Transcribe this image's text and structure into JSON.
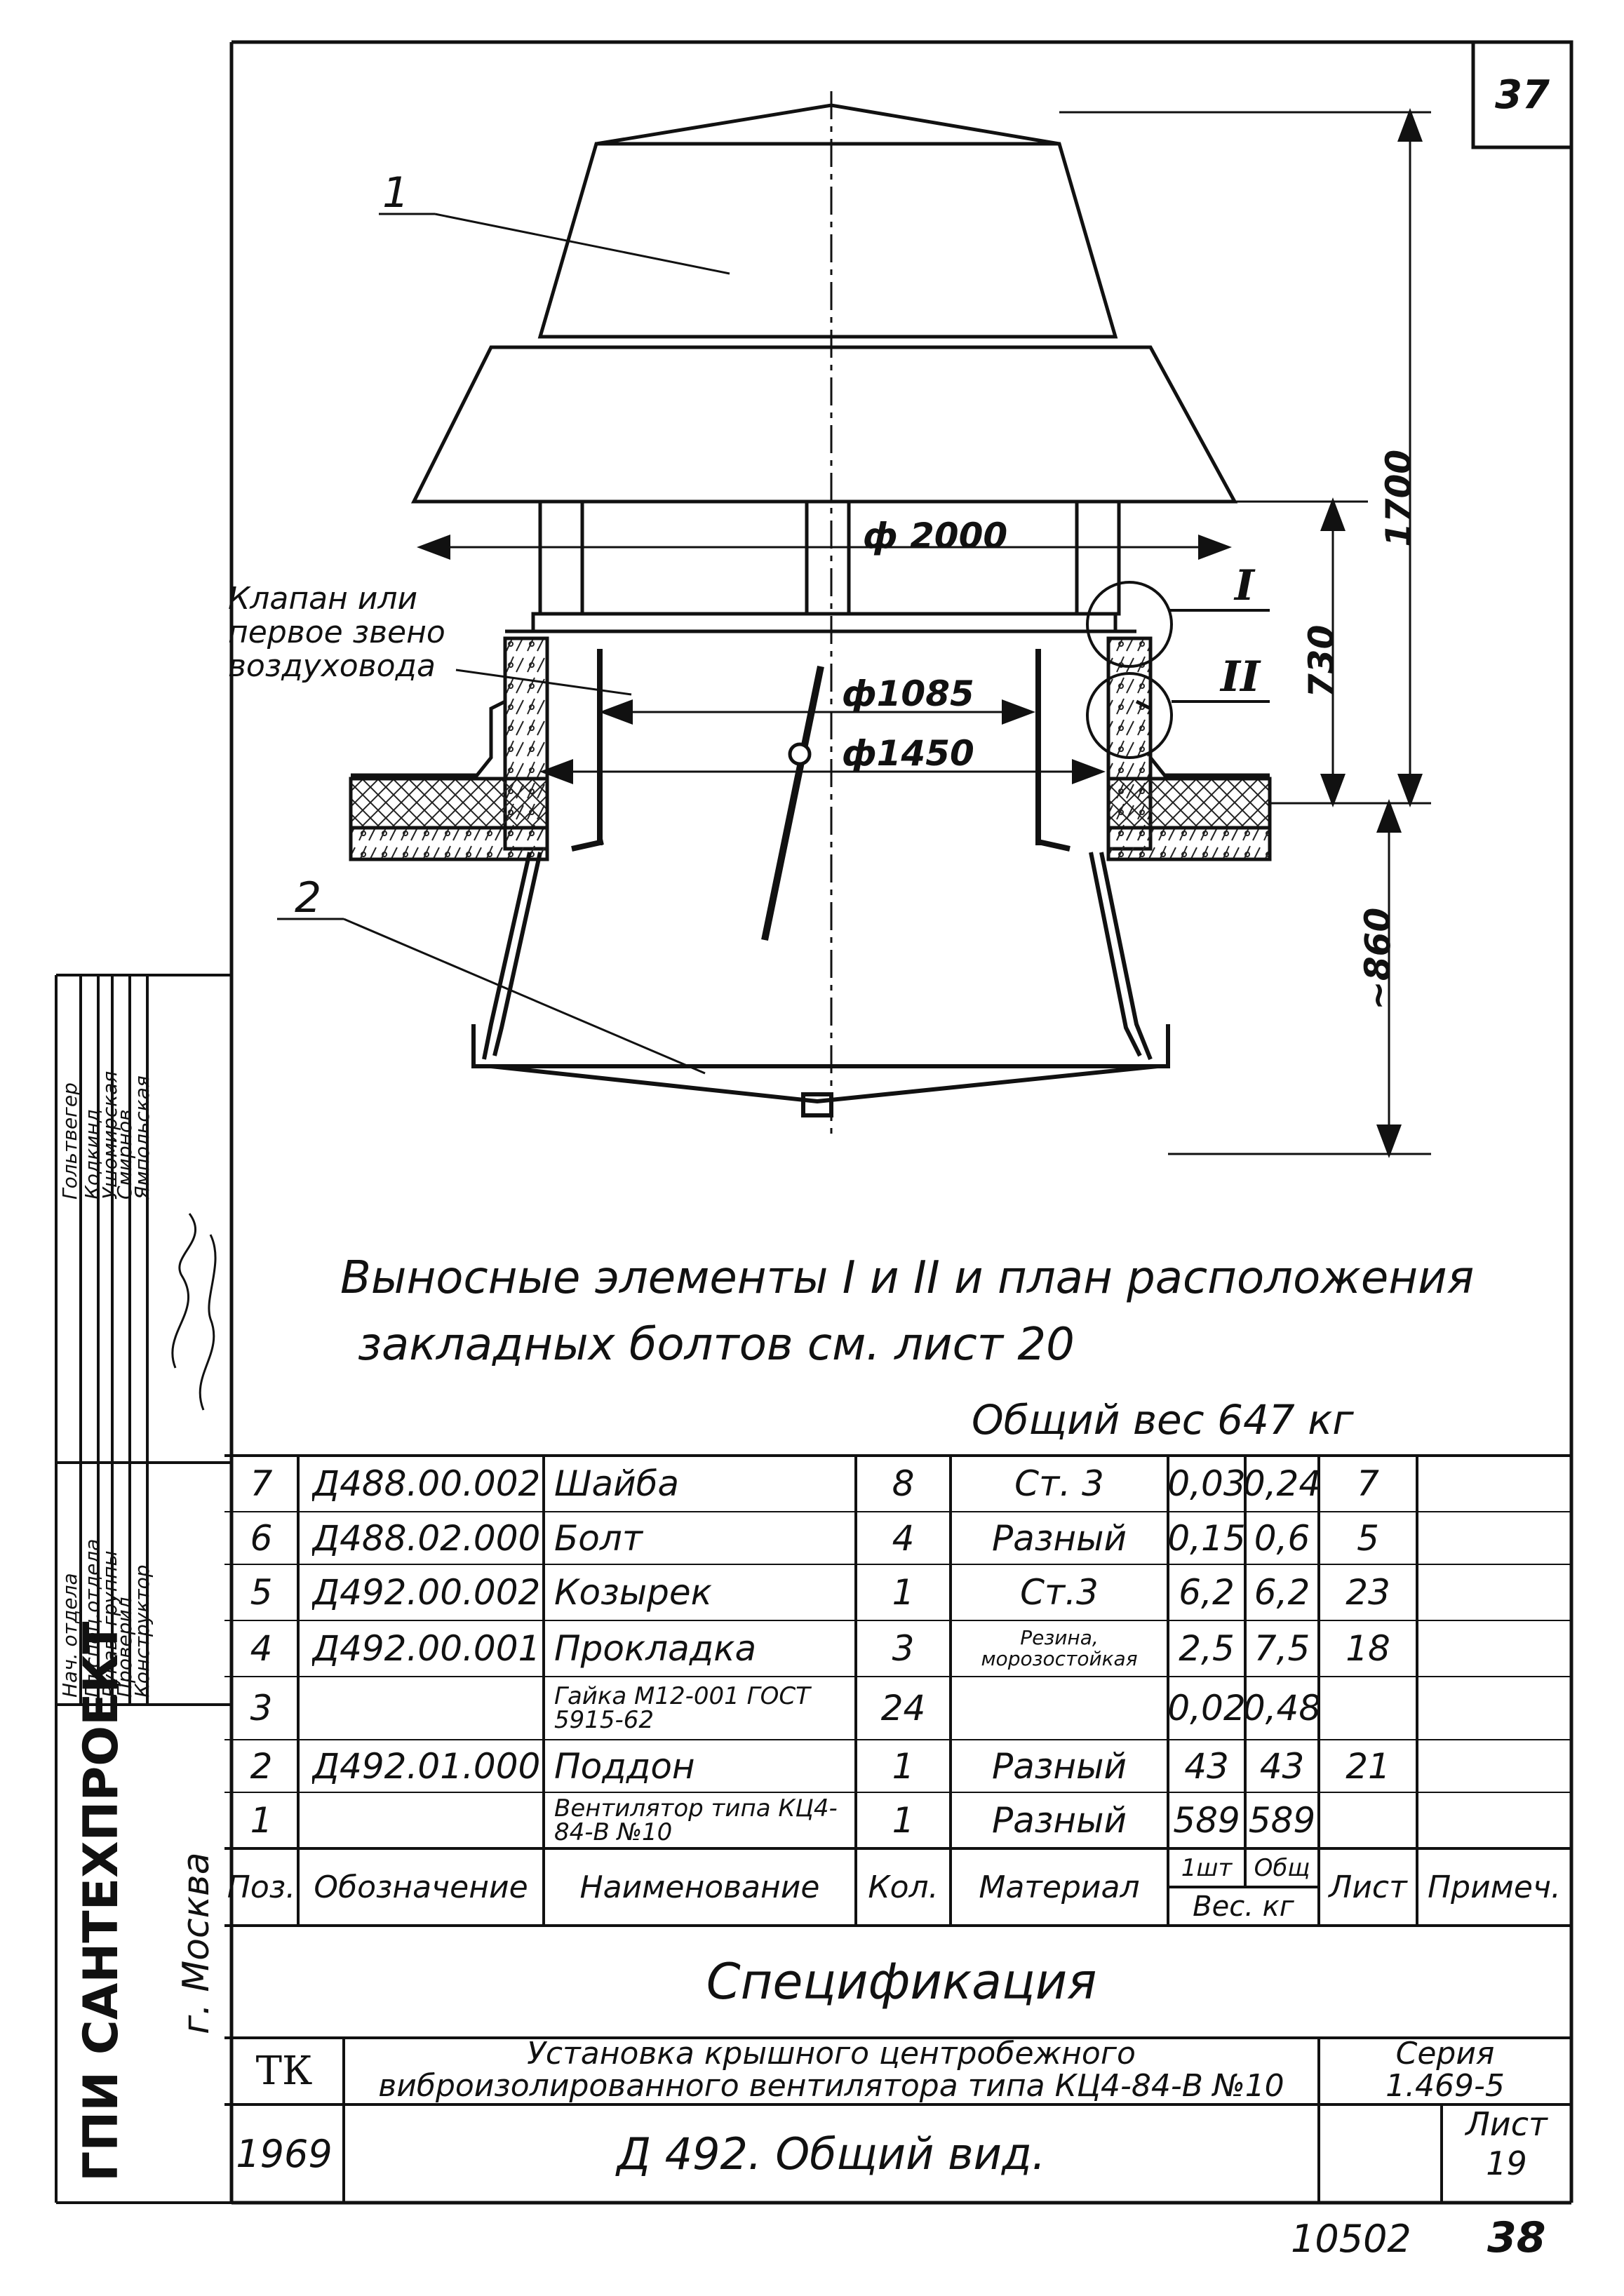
{
  "sheet_top": "37",
  "labels": {
    "item1": "1",
    "item2": "2",
    "valve_line1": "Клапан или",
    "valve_line2": "первое звено",
    "valve_line3": "воздуховода",
    "detail1": "I",
    "detail2": "II"
  },
  "dimensions": {
    "d2000": "ф 2000",
    "d1085": "ф1085",
    "d1450": "ф1450",
    "h1700": "1700",
    "h730": "730",
    "h860": "~860"
  },
  "notes": {
    "line1": "Выносные элементы I и II и план расположения",
    "line2": "закладных болтов см. лист 20",
    "total_weight": "Общий вес 647 кг"
  },
  "spec": {
    "rows": [
      {
        "pos": "7",
        "code": "Д488.00.002",
        "name": "Шайба",
        "qty": "8",
        "material": "Ст. 3",
        "w1": "0,03",
        "w2": "0,24",
        "sheet": "7",
        "note": ""
      },
      {
        "pos": "6",
        "code": "Д488.02.000",
        "name": "Болт",
        "qty": "4",
        "material": "Разный",
        "w1": "0,15",
        "w2": "0,6",
        "sheet": "5",
        "note": ""
      },
      {
        "pos": "5",
        "code": "Д492.00.002",
        "name": "Козырек",
        "qty": "1",
        "material": "Ст.3",
        "w1": "6,2",
        "w2": "6,2",
        "sheet": "23",
        "note": ""
      },
      {
        "pos": "4",
        "code": "Д492.00.001",
        "name": "Прокладка",
        "qty": "3",
        "material": "Резина, морозостойкая",
        "w1": "2,5",
        "w2": "7,5",
        "sheet": "18",
        "note": ""
      },
      {
        "pos": "3",
        "code": "",
        "name": "Гайка М12-001 ГОСТ 5915-62",
        "qty": "24",
        "material": "",
        "w1": "0,02",
        "w2": "0,48",
        "sheet": "",
        "note": ""
      },
      {
        "pos": "2",
        "code": "Д492.01.000",
        "name": "Поддон",
        "qty": "1",
        "material": "Разный",
        "w1": "43",
        "w2": "43",
        "sheet": "21",
        "note": ""
      },
      {
        "pos": "1",
        "code": "",
        "name": "Вентилятор типа КЦ4-84-В №10",
        "qty": "1",
        "material": "Разный",
        "w1": "589",
        "w2": "589",
        "sheet": "",
        "note": ""
      }
    ],
    "header": {
      "pos": "Поз.",
      "code": "Обозначение",
      "name": "Наименование",
      "qty": "Кол.",
      "material": "Материал",
      "w1": "1шт",
      "w2": "Общ",
      "weight": "Вес. кг",
      "sheet": "Лист",
      "note": "Примеч."
    },
    "caption": "Спецификация"
  },
  "title_block": {
    "title_line1": "Установка крышного центробежного",
    "title_line2": "виброизолированного вентилятора типа КЦ4-84-В №10",
    "series_label": "Серия",
    "series_value": "1.469-5",
    "sheet_label": "Лист",
    "sheet_value": "19",
    "year": "1969",
    "drawing": "Д 492. Общий вид.",
    "logo": "ТК"
  },
  "side_stamp": {
    "org": "ГПИ САНТЕХПРОЕКТ",
    "city": "г. Москва",
    "roles": [
      "Нач. отдела",
      "Гл.спец.отдела",
      "Рукав. группы",
      "Проверил",
      "Конструктор"
    ],
    "names": [
      "Гольтвегер",
      "Кодкинд",
      "Ушомирская",
      "Смирнов",
      "Ямпольская"
    ]
  },
  "footer": {
    "archive": "10502",
    "page": "38"
  }
}
